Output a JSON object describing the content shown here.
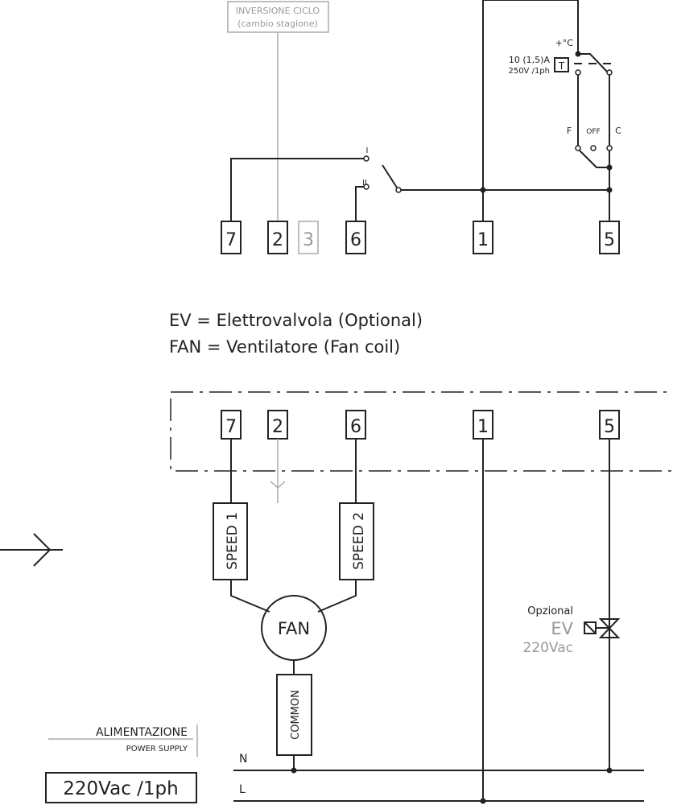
{
  "inversion": {
    "line1": "INVERSIONE CICLO",
    "line2": "(cambio stagione)"
  },
  "thermostat": {
    "symbol": "+°C",
    "rating1": "10 (1,5)A",
    "rating2": "250V /1ph",
    "box": "T",
    "pos_f": "F",
    "pos_off": "OFF",
    "pos_c": "C"
  },
  "switch": {
    "pos1": "I",
    "pos2": "II"
  },
  "top_terminals": [
    "7",
    "2",
    "3",
    "6",
    "1",
    "5"
  ],
  "legend": {
    "ev": "EV = Elettrovalvola (Optional)",
    "fan": "FAN = Ventilatore (Fan coil)"
  },
  "bottom_terminals": [
    "7",
    "2",
    "6",
    "1",
    "5"
  ],
  "fan": {
    "speed1": "SPEED 1",
    "speed2": "SPEED 2",
    "label": "FAN",
    "common": "COMMON"
  },
  "valve": {
    "optional": "Opzional",
    "ev": "EV",
    "voltage": "220Vac"
  },
  "power": {
    "label": "ALIMENTAZIONE",
    "sublabel": "POWER SUPPLY",
    "value": "220Vac /1ph",
    "n": "N",
    "l": "L"
  }
}
